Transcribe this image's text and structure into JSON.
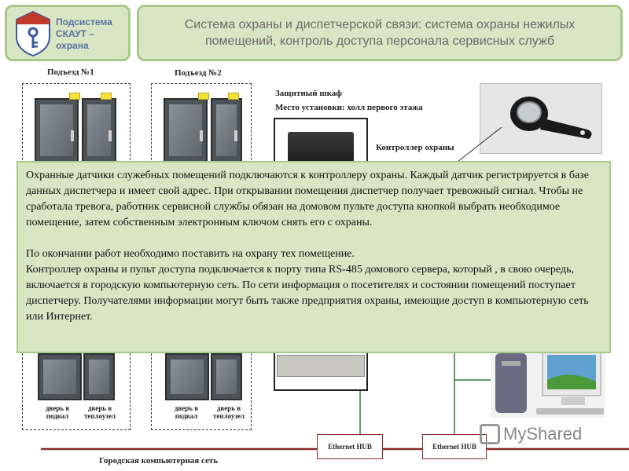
{
  "header": {
    "logo_label": "Подсистема СКАУТ – охрана",
    "title": "Система охраны и диспетчерской связи: система охраны нежилых помещений, контроль доступа персонала сервисных служб"
  },
  "diagram": {
    "entrance1_label": "Подъезд №1",
    "entrance2_label": "Подъезд №2",
    "cabinet_label": "Защитный шкаф",
    "install_location": "Место установки: холл первого этажа",
    "controller_label": "Контроллер охраны",
    "door_basement": "дверь в подвал",
    "door_heat_node": "дверь в теплоузел",
    "hub1_label": "Ethernet HUB",
    "hub2_label": "Ethernet HUB",
    "city_network_label": "Городская компьютерная сеть",
    "watermark": "MyShared"
  },
  "overlay": {
    "paragraph1": "Охранные датчики служебных помещений подключаются к контроллеру охраны. Каждый датчик регистрируется  в базе данных диспетчера и имеет свой адрес. При открывании помещения диспетчер получает тревожный сигнал. Чтобы не сработала тревога, работник сервисной службы обязан на домовом пульте доступа кнопкой выбрать необходимое помещение, затем собственным электронным ключом снять его с охраны.",
    "paragraph2": "По окончании работ необходимо поставить на охрану тех помещение.",
    "paragraph3": "Контроллер охраны и пульт доступа подключается к порту типа RS-485 домового сервера, который , в свою очередь, включается в городскую компьютерную сеть. По сети информация о посетителях и состоянии помещений поступает диспетчеру. Получателями информации могут быть также предприятия охраны, имеющие доступ в компьютерную сеть или Интернет."
  },
  "colors": {
    "panel_bg": "#d9e6c3",
    "panel_border": "#a9c98a",
    "network_line": "#8a2a2a",
    "title_text": "#6a6a6a",
    "logo_text": "#5a6fa0"
  }
}
